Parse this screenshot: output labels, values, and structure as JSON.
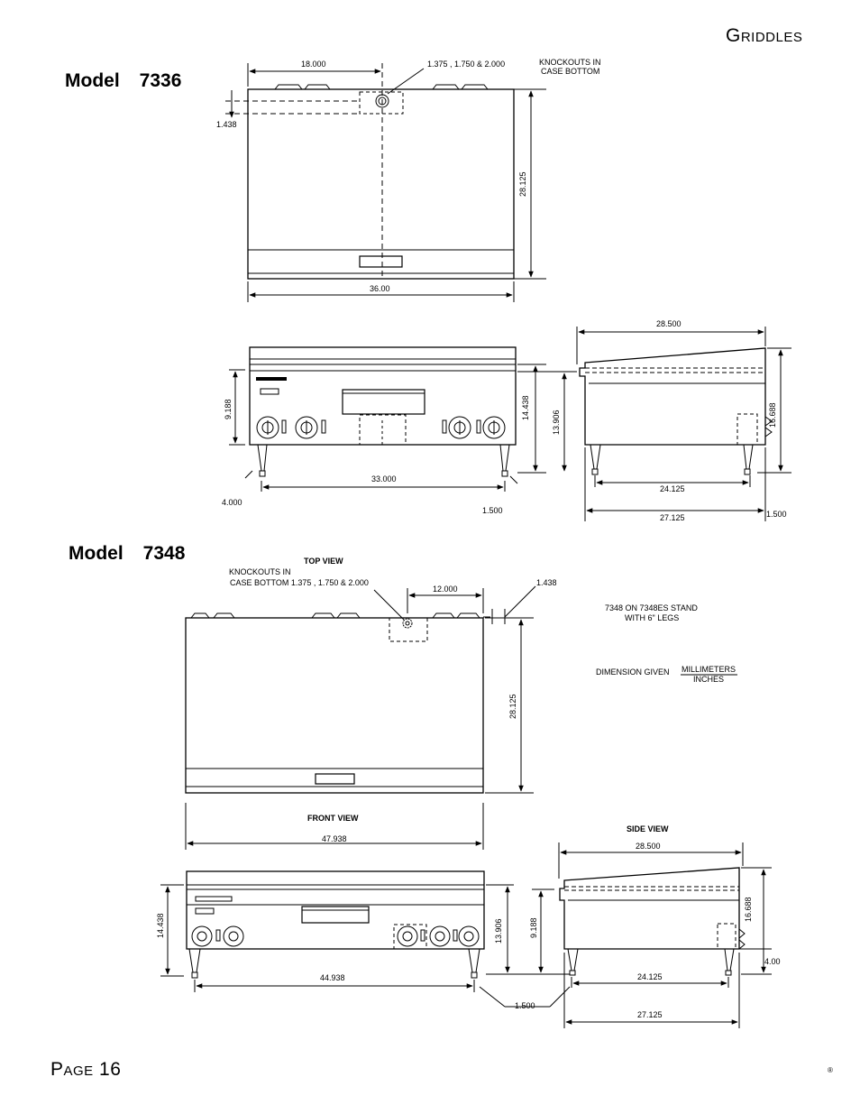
{
  "header": {
    "title": "Griddles",
    "page": "Page 16",
    "mark": "®"
  },
  "model_a": {
    "title": "Model",
    "number": "7336",
    "top": {
      "knockouts": [
        "KNOCKOUTS IN",
        "CASE BOTTOM"
      ],
      "knockout_sizes": "1.375 , 1.750  & 2.000",
      "d_18": "18.000",
      "d_1438": "1.438",
      "d_28125": "28.125",
      "d_36": "36.00"
    },
    "front": {
      "d_9188": "9.188",
      "d_14438": "14.438",
      "d_13906": "13.906",
      "d_33": "33.000",
      "d_4": "4.000",
      "d_15": "1.500"
    },
    "side": {
      "d_285": "28.500",
      "d_16688": "16.688",
      "d_24125": "24.125",
      "d_27125": "27.125",
      "d_15": "1.500"
    }
  },
  "model_b": {
    "title": "Model",
    "number": "7348",
    "top": {
      "view": "TOP VIEW",
      "knockouts_1": "KNOCKOUTS IN",
      "knockouts_2": "CASE BOTTOM  1.375 , 1.750 & 2.000",
      "d_12": "12.000",
      "d_1438": "1.438",
      "d_28125": "28.125",
      "d_47938": "47.938"
    },
    "notes": {
      "stand_1": "7348 ON 7348ES STAND",
      "stand_2": "WITH 6\" LEGS",
      "dim_given": "DIMENSION GIVEN",
      "mm": "MILLIMETERS",
      "in": "INCHES"
    },
    "front": {
      "view": "FRONT VIEW",
      "d_14438": "14.438",
      "d_13906": "13.906",
      "d_9188": "9.188",
      "d_44938": "44.938",
      "d_15": "1.500"
    },
    "side": {
      "view": "SIDE VIEW",
      "d_285": "28.500",
      "d_16688": "16.688",
      "d_4": "4.00",
      "d_24125": "24.125",
      "d_27125": "27.125"
    }
  }
}
